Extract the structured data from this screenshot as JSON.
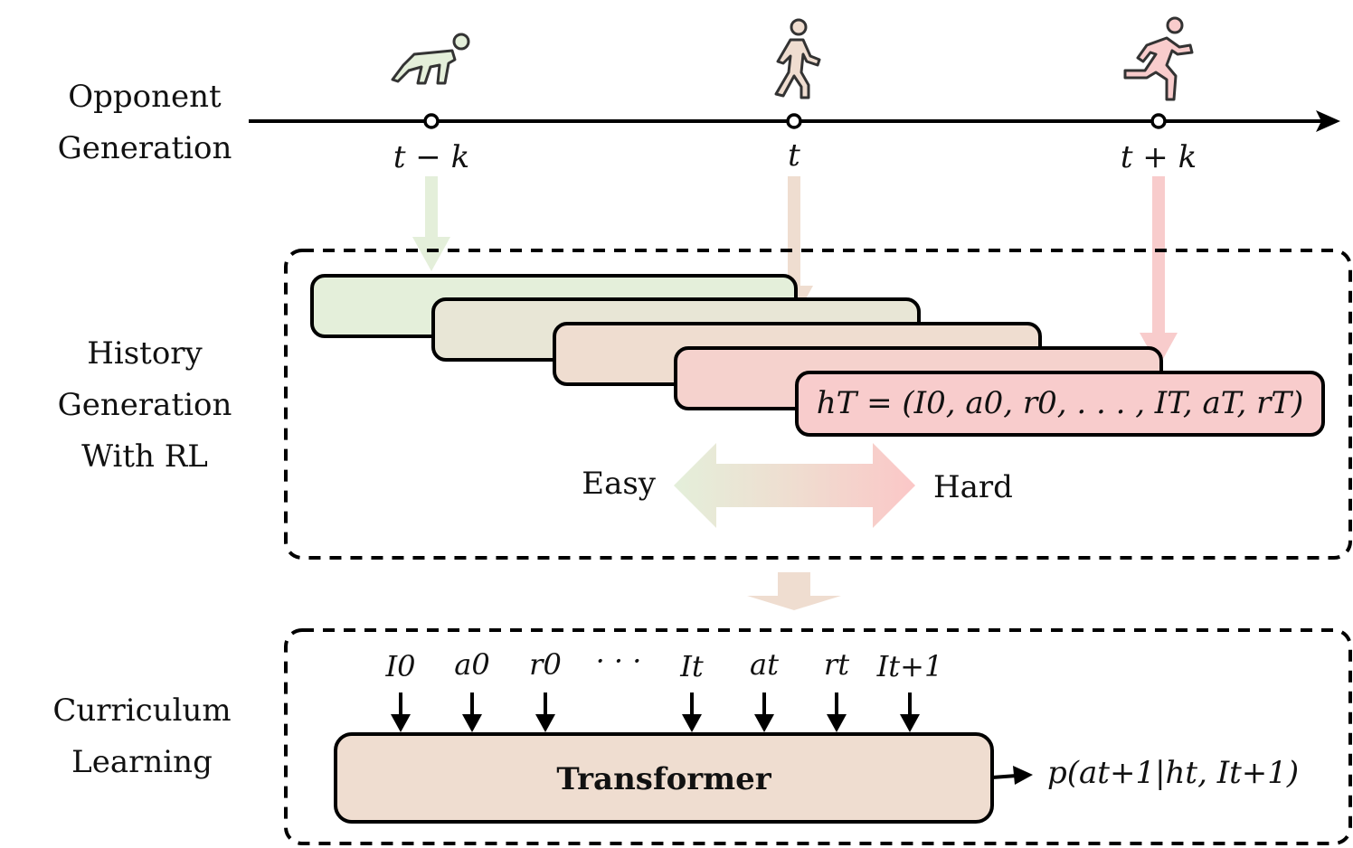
{
  "sections": {
    "opponent": [
      "Opponent",
      "Generation"
    ],
    "history": [
      "History",
      "Generation",
      "With RL"
    ],
    "curriculum": [
      "Curriculum",
      "Learning"
    ]
  },
  "timeline": {
    "labels": [
      "t − k",
      "t",
      "t + k"
    ],
    "icons": [
      "crouching-runner-icon",
      "walking-person-icon",
      "running-person-icon"
    ]
  },
  "history": {
    "formula": "hT = (I0, a0, r0, . . . , IT, aT, rT)",
    "easy": "Easy",
    "hard": "Hard"
  },
  "curriculum": {
    "tokens": [
      "I0",
      "a0",
      "r0",
      "· · ·",
      "It",
      "at",
      "rt",
      "It+1"
    ],
    "model": "Transformer",
    "output": "p(at+1|ht, It+1)"
  },
  "colors": {
    "easy_green": "#e4efda",
    "mid_beige": "#efddd0",
    "hard_pink": "#f8cccc",
    "box_outline": "#000000"
  }
}
